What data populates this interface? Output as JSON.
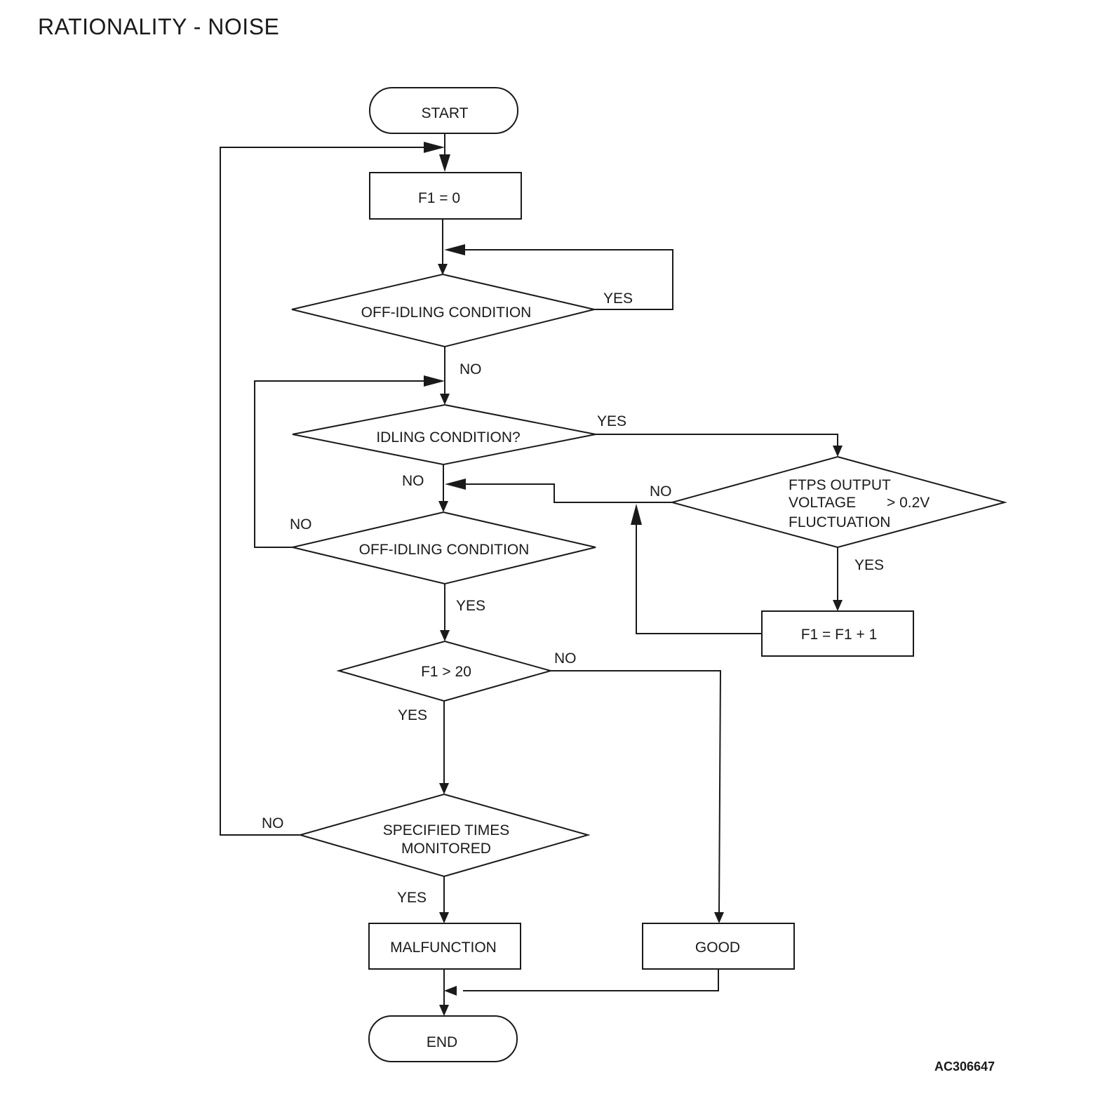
{
  "title": "RATIONALITY - NOISE",
  "figure_id": "AC306647",
  "nodes": {
    "start": "START",
    "f1_reset": "F1 = 0",
    "off_idling_1": "OFF-IDLING CONDITION",
    "idling": "IDLING CONDITION?",
    "ftps_line1": "FTPS OUTPUT",
    "ftps_line2": "VOLTAGE",
    "ftps_line2b": "> 0.2V",
    "ftps_line3": "FLUCTUATION",
    "off_idling_2": "OFF-IDLING CONDITION",
    "f1_increment": "F1 = F1 + 1",
    "f1_check": "F1 > 20",
    "specified_line1": "SPECIFIED TIMES",
    "specified_line2": "MONITORED",
    "malfunction": "MALFUNCTION",
    "good": "GOOD",
    "end": "END"
  },
  "edges": {
    "off_idling_1_yes": "YES",
    "off_idling_1_no": "NO",
    "idling_yes": "YES",
    "idling_no": "NO",
    "ftps_no": "NO",
    "ftps_yes": "YES",
    "off_idling_2_no": "NO",
    "off_idling_2_yes": "YES",
    "f1_check_no": "NO",
    "f1_check_yes": "YES",
    "specified_no": "NO",
    "specified_yes": "YES"
  }
}
